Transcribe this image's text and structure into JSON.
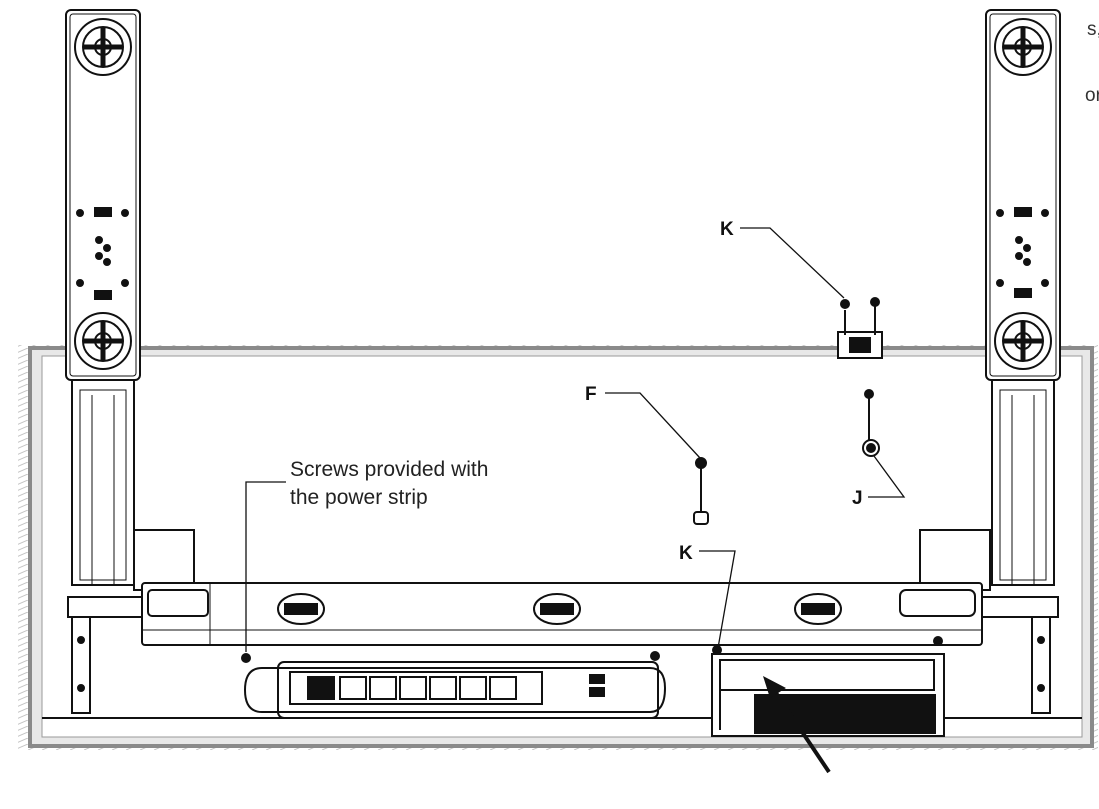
{
  "text_fragments": {
    "top_line": "s,",
    "second_line": "or"
  },
  "callouts": {
    "k_top": "K",
    "f": "F",
    "j": "J",
    "k_bottom": "K"
  },
  "annotation": {
    "line1": "Screws provided with",
    "line2": "the power strip"
  },
  "colors": {
    "line": "#111111",
    "desk_fill": "#e6e6e6",
    "desk_edge": "#8a8a8a",
    "component_fill": "#ffffff",
    "hatch": "#b8b8b8"
  }
}
